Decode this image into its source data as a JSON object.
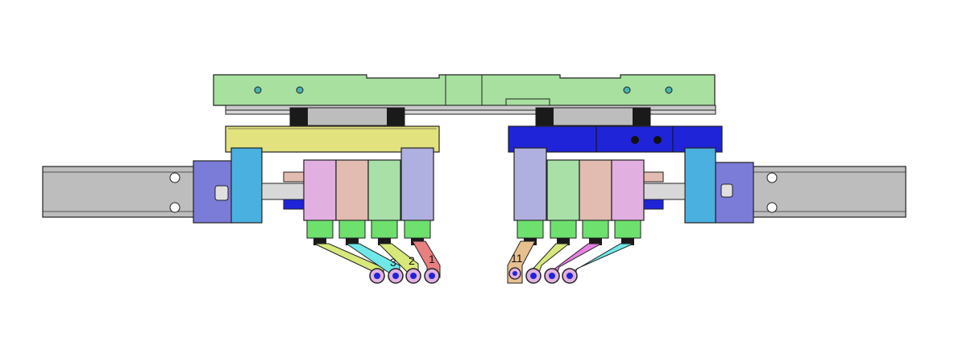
{
  "labels": {
    "left_1": "1",
    "left_2": "2",
    "left_3": "3",
    "right_11": "11"
  },
  "colors": {
    "top_plate": "#a8e0a0",
    "rail": "#bfbfbf",
    "yellow_block": "#e2e27e",
    "blue_block": "#1f24d8",
    "slide_body": "#bdbdbd",
    "end_cap": "#7b7bd8",
    "cyan_block": "#4ab0e0",
    "module_pink": "#e2b0e0",
    "module_salmon": "#e2bcb0",
    "module_green": "#a8e0a8",
    "module_lavender": "#b0b0e0",
    "green_foot": "#6ee06e",
    "arm_yellow": "#d8e87a",
    "arm_cyan": "#6fe8e8",
    "arm_salmon": "#e88080",
    "arm_tan": "#e8c090",
    "arm_magenta": "#e880e0",
    "outline": "#222222"
  }
}
